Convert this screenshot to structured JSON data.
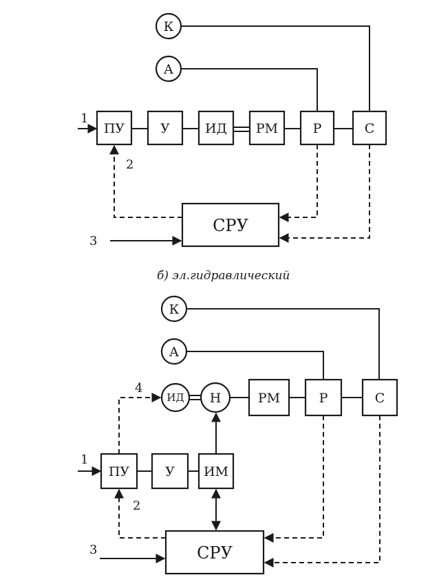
{
  "caption": "б) эл.гидравлический",
  "diagram_a": {
    "k": "К",
    "a": "А",
    "pu": "ПУ",
    "u": "У",
    "id": "ИД",
    "rm": "РМ",
    "r": "Р",
    "s": "С",
    "sru": "СРУ",
    "in1": "1",
    "in2": "2",
    "in3": "3"
  },
  "diagram_b": {
    "k": "К",
    "a": "А",
    "id": "ИД",
    "n": "Н",
    "rm": "РМ",
    "r": "Р",
    "s": "С",
    "pu": "ПУ",
    "u": "У",
    "im": "ИМ",
    "sru": "СРУ",
    "in1": "1",
    "in2": "2",
    "in3": "3",
    "in4": "4"
  }
}
